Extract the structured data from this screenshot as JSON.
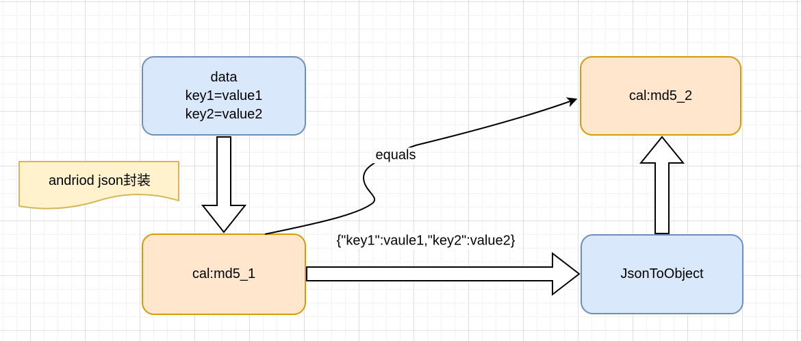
{
  "diagram": {
    "nodes": {
      "data_box": {
        "label": "data\nkey1=value1\nkey2=value2"
      },
      "md5_1": {
        "label": "cal:md5_1"
      },
      "md5_2": {
        "label": "cal:md5_2"
      },
      "json_to_object": {
        "label": "JsonToObject"
      },
      "note": {
        "label": "andriod json封装"
      }
    },
    "edge_labels": {
      "equals": "equals",
      "json_payload": "{\"key1\":vaule1,\"key2\":value2}"
    },
    "colors": {
      "blue_fill": "#dae8fc",
      "blue_stroke": "#6c8ebf",
      "orange_fill": "#ffe6cc",
      "orange_stroke": "#d79b00",
      "note_fill": "#fff2cc",
      "note_stroke": "#d6b656",
      "arrow_fill": "#ffffff",
      "arrow_stroke": "#000000"
    }
  }
}
